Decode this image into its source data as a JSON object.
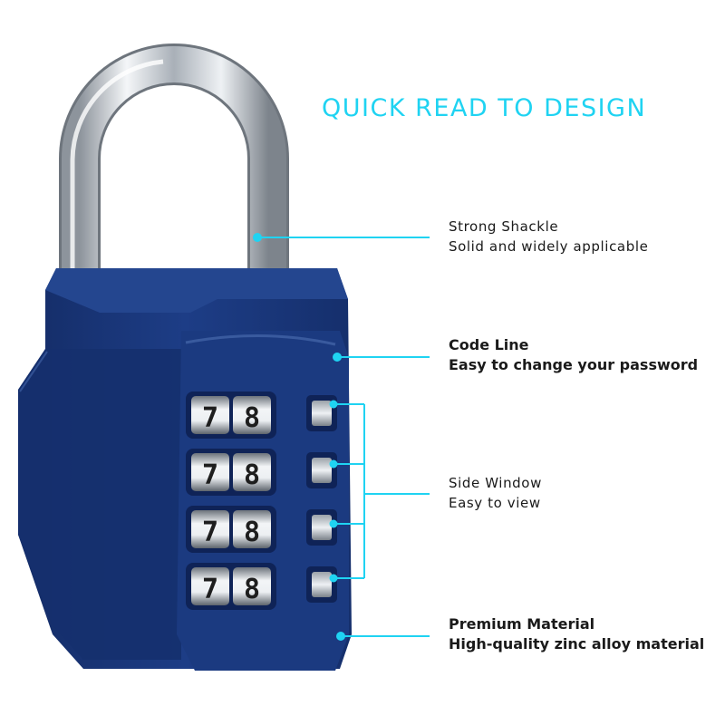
{
  "headline": "QUICK READ TO DESIGN",
  "accent_color": "#1fd3f2",
  "lock_color": "#18357a",
  "dial_digits": [
    "7",
    "8"
  ],
  "callouts": [
    {
      "title": "Strong Shackle",
      "desc": "Solid and widely applicable"
    },
    {
      "title": "Code Line",
      "desc": "Easy to change your password"
    },
    {
      "title": "Side Window",
      "desc": "Easy to view"
    },
    {
      "title": "Premium Material",
      "desc": "High-quality zinc alloy material"
    }
  ]
}
